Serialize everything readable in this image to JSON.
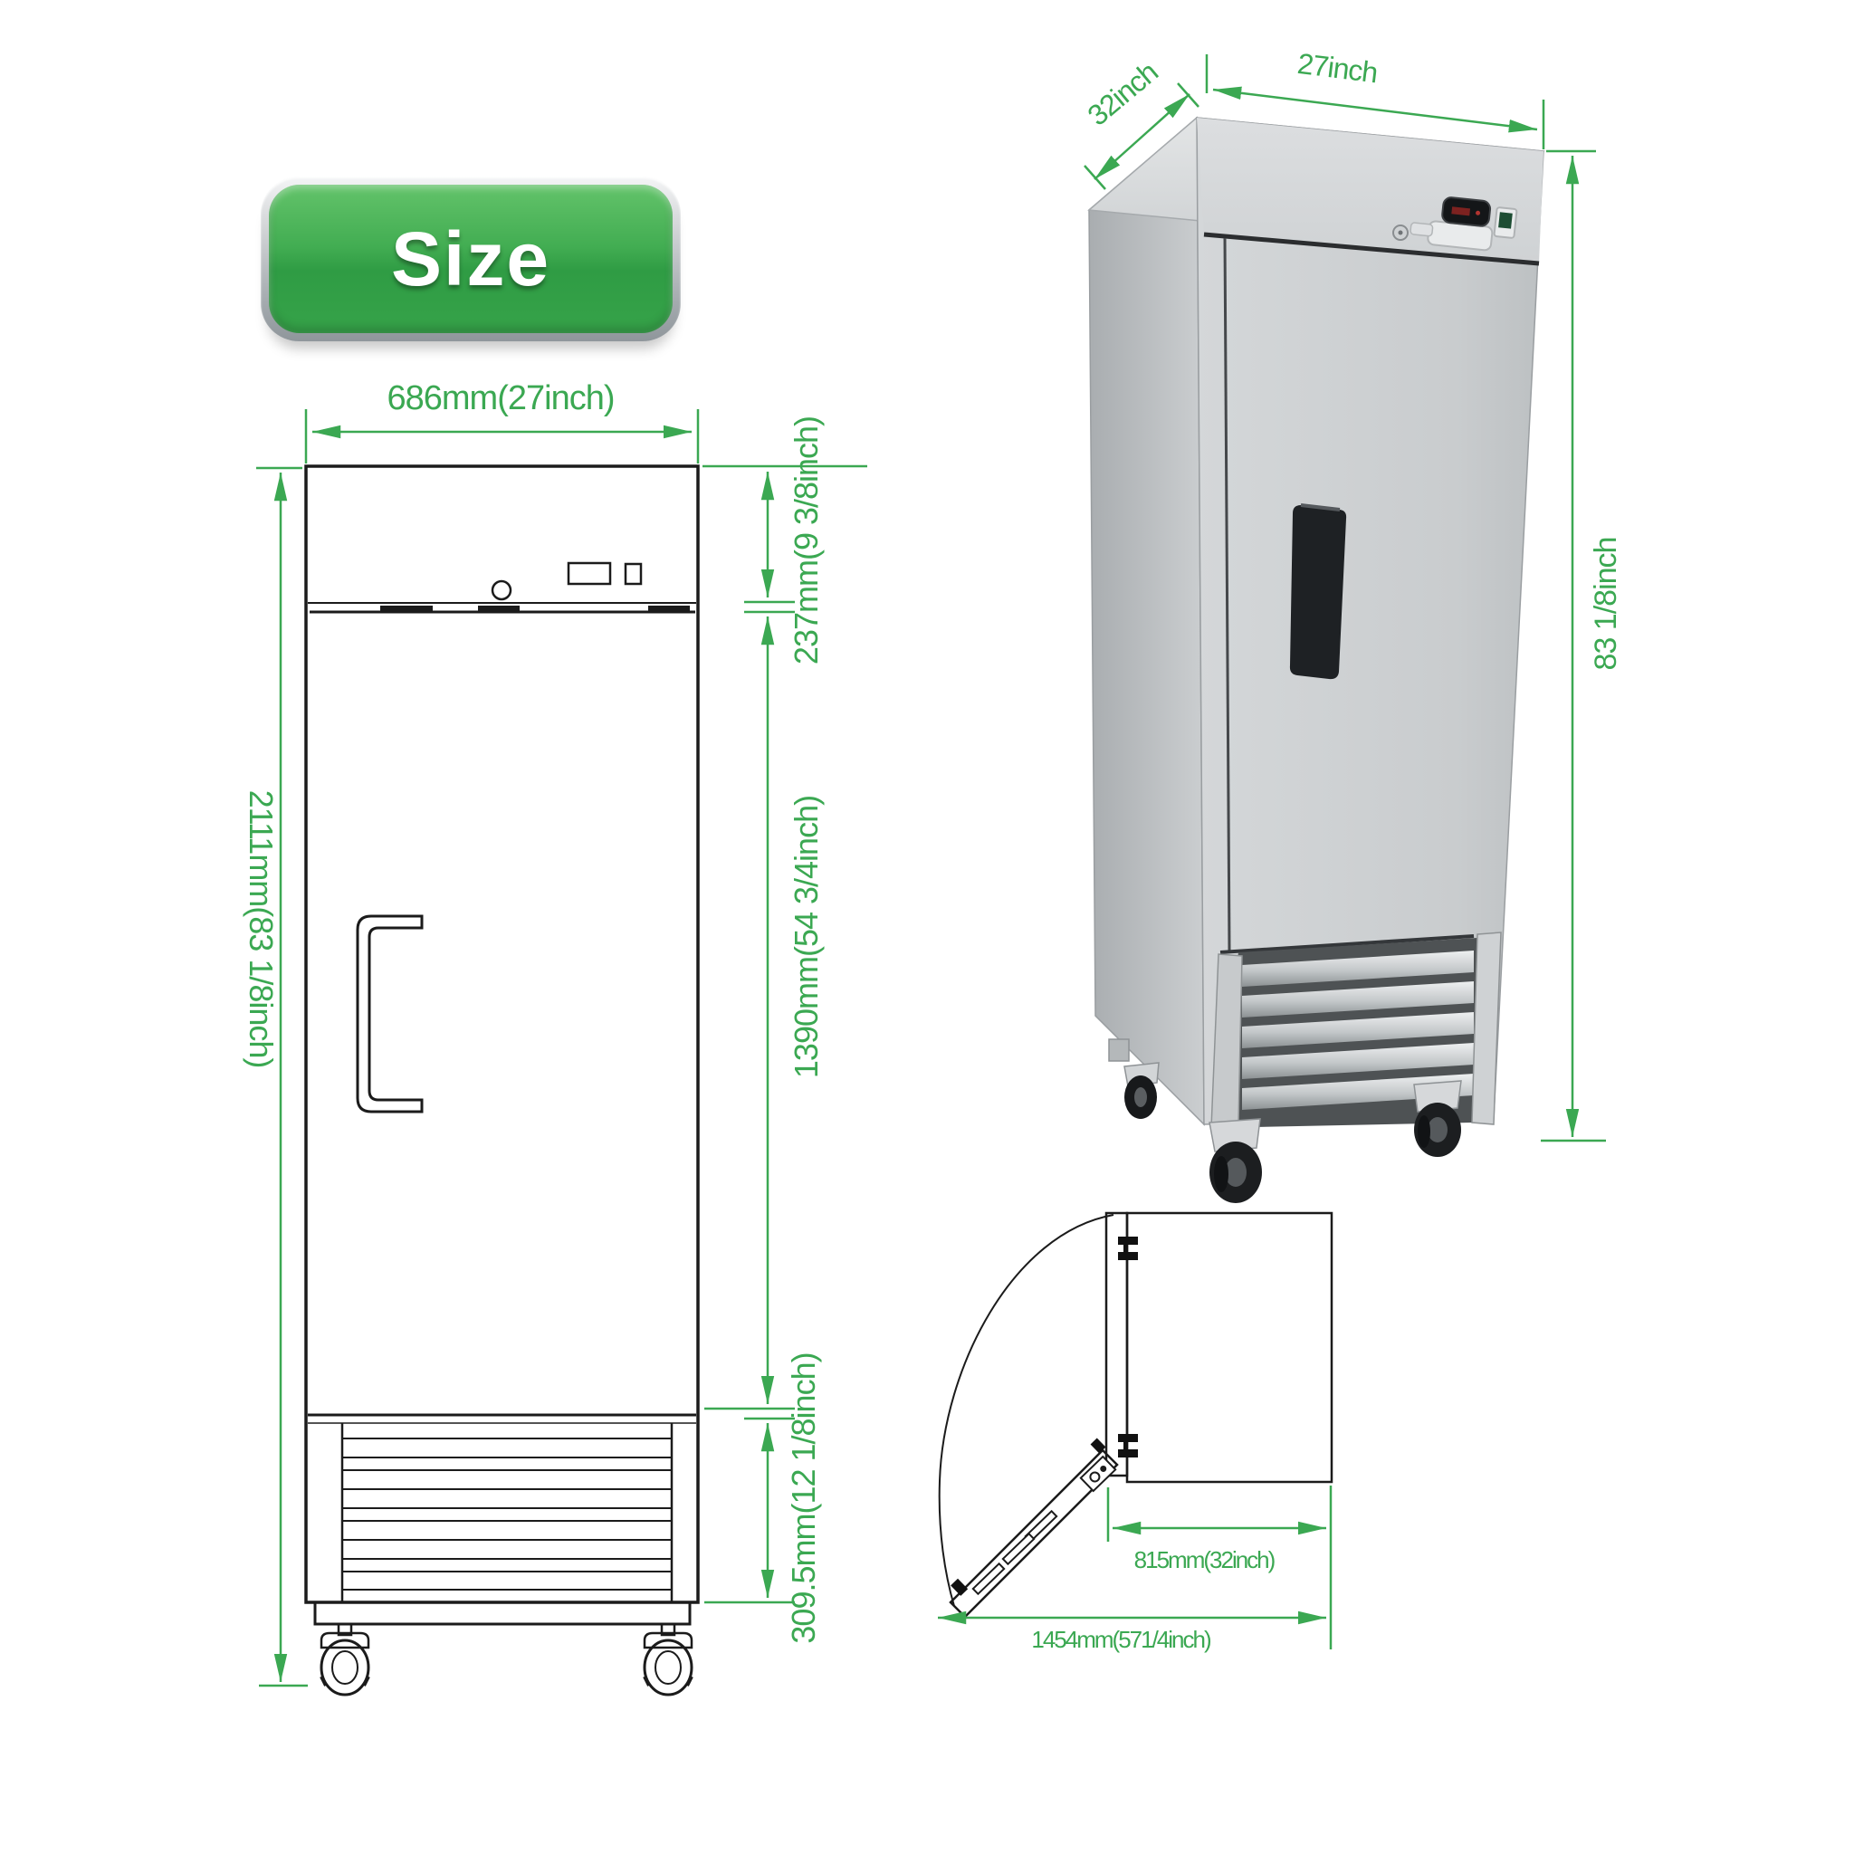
{
  "title_badge": {
    "label": "Size"
  },
  "colors": {
    "dimension_green": "#3BA852",
    "badge_green_light": "#63c36a",
    "badge_green_dark": "#2f9c44",
    "line_black": "#1b1b1b",
    "steel_light": "#dfe1e2",
    "steel_mid": "#c7cacc",
    "steel_dark": "#9fa3a6"
  },
  "front_view": {
    "width_label": "686mm(27inch)",
    "height_label": "2111mm(83 1/8inch)",
    "top_section_label": "237mm(9 3/8inch)",
    "middle_section_label": "1390mm(54 3/4inch)",
    "bottom_section_label": "309.5mm(12 1/8inch)"
  },
  "iso_view": {
    "depth_label": "32inch",
    "width_label": "27inch",
    "height_label": "83 1/8inch"
  },
  "top_view": {
    "door_width_label": "815mm(32inch)",
    "swing_width_label": "1454mm(571/4inch)"
  }
}
